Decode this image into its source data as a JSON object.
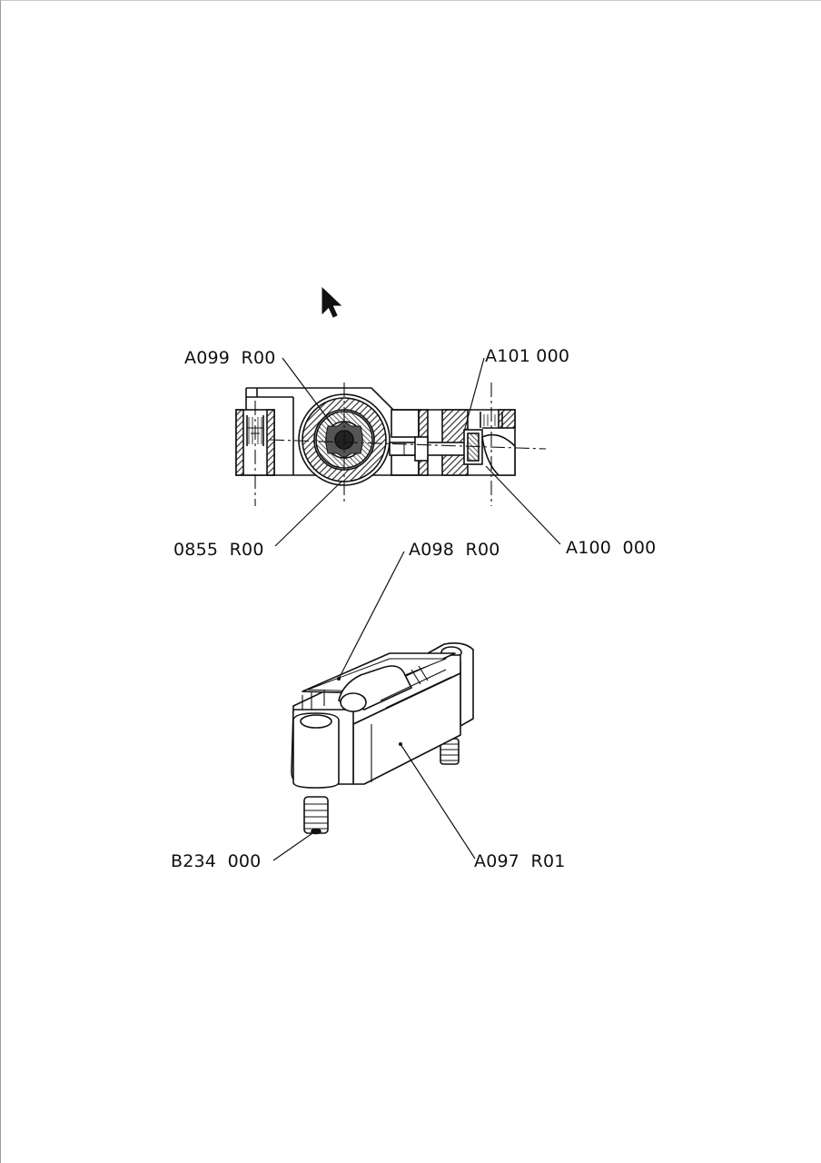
{
  "drawing": {
    "line_color": "#111111",
    "hatch_color": "#333333",
    "background": "#ffffff"
  },
  "callouts": {
    "a099": "A099  R00",
    "a101": "A101 000",
    "p0855": "0855  R00",
    "a098": "A098  R00",
    "a100": "A100  000",
    "b234": "B234  000",
    "a097": "A097  R01"
  },
  "cursor": {
    "icon": "arrow-cursor-icon"
  }
}
